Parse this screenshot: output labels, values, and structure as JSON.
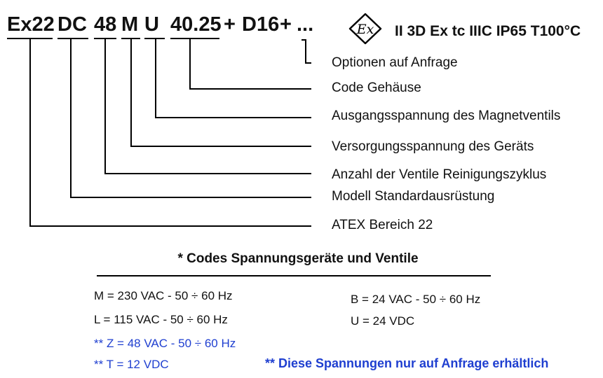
{
  "code": {
    "ex": "Ex22",
    "dc": "DC",
    "n48": "48",
    "m": "M",
    "u": "U",
    "housing": "40.25",
    "plus1": "+",
    "d16": "D16",
    "plus2": "+",
    "dots": "..."
  },
  "certification": {
    "symbol": "atex-ex-hexagon",
    "symbol_text": "Ex",
    "text": "II 3D Ex tc IIIC IP65 T100°C"
  },
  "labels": {
    "options": "Optionen auf Anfrage",
    "housing_code": "Code Gehäuse",
    "output_voltage": "Ausgangsspannung des Magnetventils",
    "supply_voltage": "Versorgungsspannung des Geräts",
    "valve_count": "Anzahl der Ventile Reinigungszyklus",
    "model": "Modell Standardausrüstung",
    "atex": "ATEX Bereich 22"
  },
  "voltages": {
    "title": "* Codes Spannungsgeräte und Ventile",
    "m": "M = 230 VAC - 50 ÷ 60 Hz",
    "l": "L = 115 VAC - 50 ÷ 60 Hz",
    "b": "B = 24 VAC - 50 ÷ 60 Hz",
    "u": "U = 24 VDC",
    "z": "** Z = 48 VAC - 50 ÷ 60 Hz",
    "t": "** T = 12 VDC",
    "note": "** Diese Spannungen nur auf Anfrage erhältlich"
  },
  "colors": {
    "text": "#111111",
    "lines": "#000000",
    "blue": "#1f3fd0"
  }
}
